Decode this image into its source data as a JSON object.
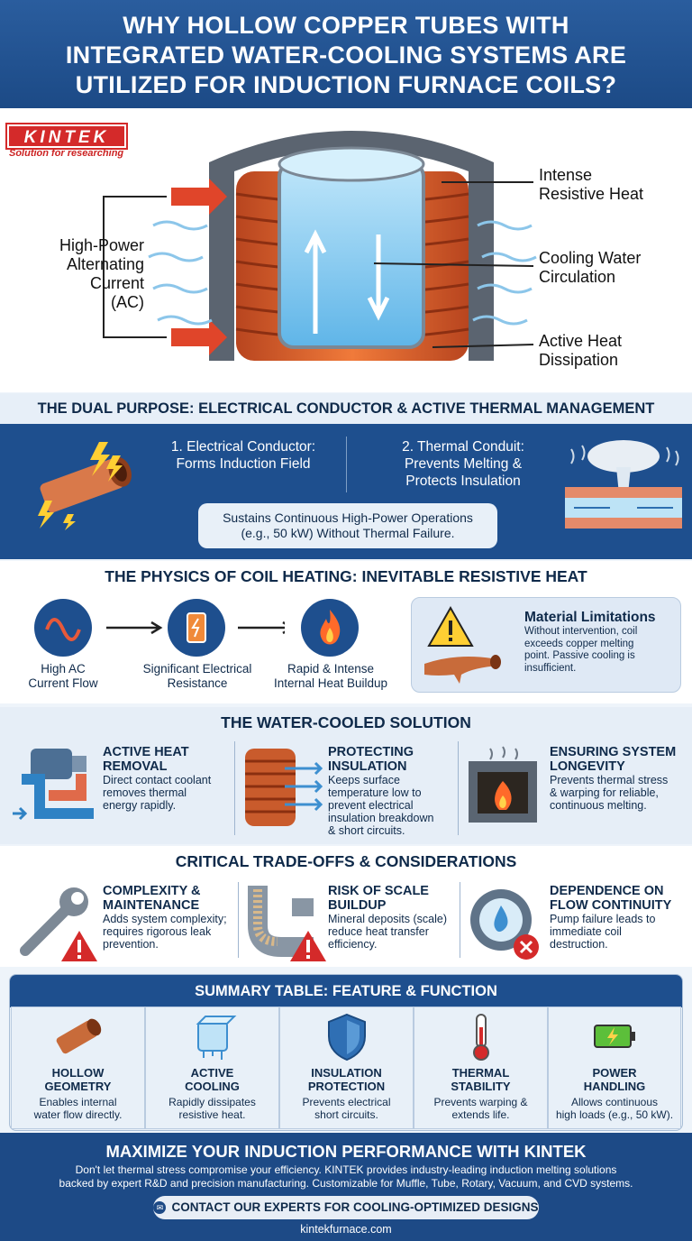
{
  "header": {
    "title_line1": "WHY HOLLOW COPPER TUBES WITH",
    "title_line2": "INTEGRATED WATER-COOLING SYSTEMS ARE",
    "title_line3": "UTILIZED FOR INDUCTION FURNACE COILS?"
  },
  "brand": {
    "logo": "KINTEK",
    "tagline": "Solution for researching"
  },
  "hero": {
    "left_label": [
      "High-Power",
      "Alternating",
      "Current (AC)"
    ],
    "right_labels": [
      {
        "line1": "Intense",
        "line2": "Resistive Heat"
      },
      {
        "line1": "Cooling Water",
        "line2": "Circulation"
      },
      {
        "line1": "Active Heat",
        "line2": "Dissipation"
      }
    ]
  },
  "dual": {
    "heading": "THE DUAL PURPOSE: ELECTRICAL CONDUCTOR & ACTIVE THERMAL MANAGEMENT",
    "item1_title": "1. Electrical Conductor:",
    "item1_text": "Forms Induction Field",
    "item2_title": "2. Thermal Conduit:",
    "item2_text1": "Prevents Melting &",
    "item2_text2": "Protects Insulation",
    "bubble_line1": "Sustains Continuous High-Power Operations",
    "bubble_line2": "(e.g., 50 kW) Without Thermal Failure."
  },
  "physics": {
    "heading": "THE PHYSICS OF COIL HEATING: INEVITABLE RESISTIVE HEAT",
    "steps": [
      {
        "line1": "High AC",
        "line2": "Current Flow"
      },
      {
        "line1": "Significant Electrical",
        "line2": "Resistance"
      },
      {
        "line1": "Rapid & Intense",
        "line2": "Internal Heat Buildup"
      }
    ],
    "callout_title": "Material Limitations",
    "callout_text": [
      "Without intervention, coil",
      "exceeds copper melting",
      "point. Passive cooling is",
      "insufficient."
    ]
  },
  "solution": {
    "heading": "THE WATER-COOLED SOLUTION",
    "items": [
      {
        "title": [
          "ACTIVE HEAT",
          "REMOVAL"
        ],
        "text": [
          "Direct contact coolant",
          "removes thermal",
          "energy rapidly."
        ]
      },
      {
        "title": [
          "PROTECTING",
          "INSULATION"
        ],
        "text": [
          "Keeps surface",
          "temperature low to",
          "prevent electrical",
          "insulation breakdown",
          "& short circuits."
        ]
      },
      {
        "title": [
          "ENSURING SYSTEM",
          "LONGEVITY"
        ],
        "text": [
          "Prevents thermal stress",
          "& warping for reliable,",
          "continuous melting."
        ]
      }
    ]
  },
  "tradeoffs": {
    "heading": "CRITICAL TRADE-OFFS & CONSIDERATIONS",
    "items": [
      {
        "title": [
          "COMPLEXITY &",
          "MAINTENANCE"
        ],
        "text": [
          "Adds system complexity;",
          "requires rigorous leak",
          "prevention."
        ]
      },
      {
        "title": [
          "RISK OF SCALE",
          "BUILDUP"
        ],
        "text": [
          "Mineral deposits (scale)",
          "reduce heat transfer",
          "efficiency."
        ]
      },
      {
        "title": [
          "DEPENDENCE ON",
          "FLOW CONTINUITY"
        ],
        "text": [
          "Pump failure leads to",
          "immediate coil",
          "destruction."
        ]
      }
    ]
  },
  "summary": {
    "heading": "SUMMARY TABLE: FEATURE & FUNCTION",
    "cols": [
      {
        "title": [
          "HOLLOW",
          "GEOMETRY"
        ],
        "text": [
          "Enables internal",
          "water flow directly."
        ]
      },
      {
        "title": [
          "ACTIVE",
          "COOLING"
        ],
        "text": [
          "Rapidly dissipates",
          "resistive heat."
        ]
      },
      {
        "title": [
          "INSULATION",
          "PROTECTION"
        ],
        "text": [
          "Prevents electrical",
          "short circuits."
        ]
      },
      {
        "title": [
          "THERMAL",
          "STABILITY"
        ],
        "text": [
          "Prevents warping &",
          "extends life."
        ]
      },
      {
        "title": [
          "POWER",
          "HANDLING"
        ],
        "text": [
          "Allows continuous",
          "high loads (e.g., 50 kW)."
        ]
      }
    ]
  },
  "footer": {
    "title": "MAXIMIZE YOUR INDUCTION PERFORMANCE WITH KINTEK",
    "line1": "Don't let thermal stress compromise your efficiency. KINTEK provides industry-leading induction melting solutions",
    "line2": "backed by expert R&D and precision manufacturing. Customizable for Muffle, Tube, Rotary, Vacuum, and CVD systems.",
    "cta": "CONTACT OUR EXPERTS FOR COOLING-OPTIMIZED DESIGNS",
    "url": "kintekfurnace.com"
  }
}
